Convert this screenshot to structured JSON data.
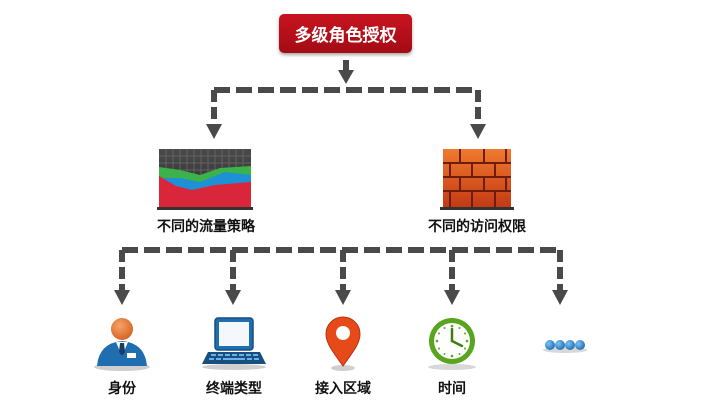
{
  "root": {
    "label": "多级角色授权"
  },
  "branches": [
    {
      "label": "不同的流量策略",
      "icon": "area-chart-icon"
    },
    {
      "label": "不同的访问权限",
      "icon": "brick-wall-icon"
    }
  ],
  "conditions": [
    {
      "label": "身份",
      "icon": "user-avatar-icon"
    },
    {
      "label": "终端类型",
      "icon": "laptop-icon"
    },
    {
      "label": "接入区域",
      "icon": "location-pin-icon"
    },
    {
      "label": "时间",
      "icon": "clock-icon"
    },
    {
      "label": "",
      "icon": "ellipsis-dots-icon"
    }
  ],
  "colors": {
    "root_fill": "#b50f1a",
    "connector": "#4a4a4a",
    "accent_blue": "#1f6fb0",
    "wall_orange": "#e4561f",
    "pin_orange": "#e64a19",
    "clock_green": "#5aa51f"
  }
}
